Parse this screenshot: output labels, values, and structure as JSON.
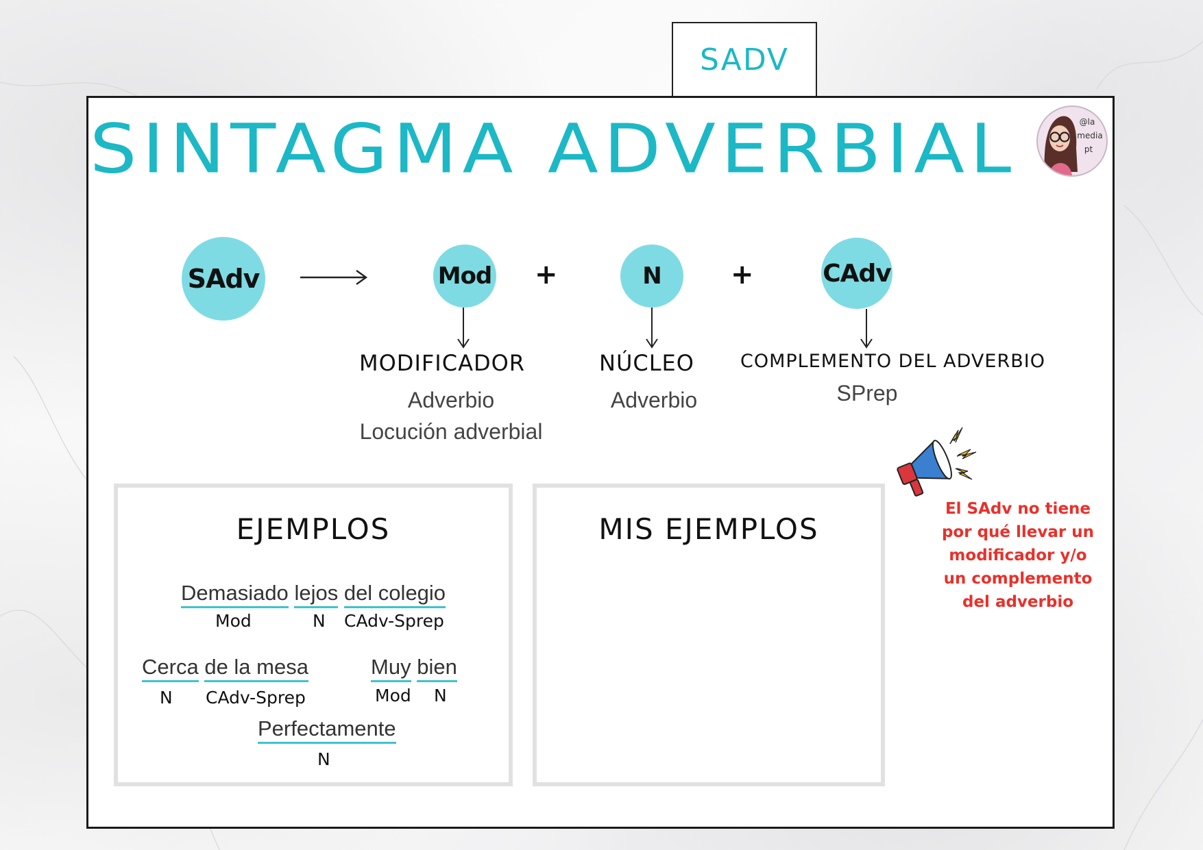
{
  "tab_label": "SADV",
  "title": "SINTAGMA ADVERBIAL",
  "avatar": {
    "icon": "avatar-icon",
    "handle_lines": [
      "@la",
      "media",
      "pt"
    ]
  },
  "formula": {
    "head": "SAdv",
    "arrow": "arrow-right-icon",
    "components": [
      {
        "abbr": "Mod",
        "role": "MODIFICADOR",
        "details": [
          "Adverbio",
          "Locución adverbial"
        ]
      },
      {
        "abbr": "N",
        "role": "NÚCLEO",
        "details": [
          "Adverbio"
        ]
      },
      {
        "abbr": "CAdv",
        "role": "COMPLEMENTO DEL ADVERBIO",
        "details": [
          "SPrep"
        ]
      }
    ],
    "operator": "+"
  },
  "examples": {
    "title": "EJEMPLOS",
    "ex1": {
      "words": [
        "Demasiado",
        "lejos",
        "del colegio"
      ],
      "labels": [
        "Mod",
        "N",
        "CAdv-Sprep"
      ]
    },
    "ex2": {
      "words": [
        "Cerca",
        "de la mesa"
      ],
      "labels": [
        "N",
        "CAdv-Sprep"
      ]
    },
    "ex3": {
      "words": [
        "Muy",
        "bien"
      ],
      "labels": [
        "Mod",
        "N"
      ]
    },
    "ex4": {
      "words": [
        "Perfectamente"
      ],
      "labels": [
        "N"
      ]
    }
  },
  "my_examples": {
    "title": "MIS EJEMPLOS"
  },
  "note": {
    "icon": "megaphone-icon",
    "lines": [
      "El SAdv no tiene",
      "por qué llevar un",
      "modificador y/o",
      "un complemento",
      "del adverbio"
    ],
    "color": "#e8312b"
  },
  "colors": {
    "accent": "#1cb8c6",
    "circle": "#7fdbe3",
    "underline": "#3fc3cd"
  }
}
